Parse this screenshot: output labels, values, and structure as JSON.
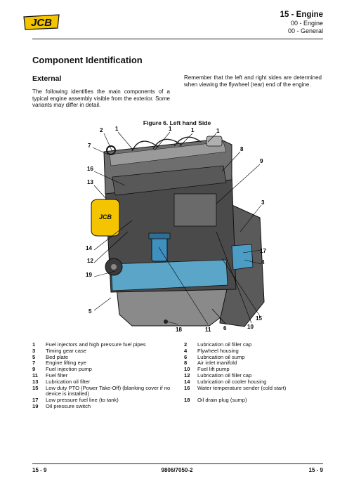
{
  "header": {
    "logo_text": "JCB",
    "section": "15 - Engine",
    "sub1": "00 - Engine",
    "sub2": "00 - General"
  },
  "heading": "Component Identification",
  "subheading": "External",
  "intro_left": "The following identifies the main components of a typical engine assembly visible from the exterior. Some variants may differ in detail.",
  "intro_right": "Remember that the left and right sides are determined when viewing the flywheel (rear) end of the engine.",
  "figure": {
    "caption": "Figure 6. Left hand Side",
    "callouts": [
      "2",
      "1",
      "1",
      "1",
      "1",
      "7",
      "8",
      "9",
      "16",
      "13",
      "3",
      "14",
      "17",
      "12",
      "4",
      "19",
      "5",
      "15",
      "18",
      "11",
      "6",
      "10"
    ]
  },
  "legend_left": [
    {
      "num": "1",
      "text": "Fuel injectors and high pressure fuel pipes"
    },
    {
      "num": "3",
      "text": "Timing gear case"
    },
    {
      "num": "5",
      "text": "Bed plate"
    },
    {
      "num": "7",
      "text": "Engine lifting eye"
    },
    {
      "num": "9",
      "text": "Fuel injection pump"
    },
    {
      "num": "11",
      "text": "Fuel filter"
    },
    {
      "num": "13",
      "text": "Lubrication oil filter"
    },
    {
      "num": "15",
      "text": "Low duty PTO (Power Take-Off) (blanking cover if no device is installed)"
    },
    {
      "num": "17",
      "text": "Low pressure fuel line (to tank)"
    },
    {
      "num": "19",
      "text": "Oil pressure switch"
    }
  ],
  "legend_right": [
    {
      "num": "2",
      "text": "Lubrication oil filler cap"
    },
    {
      "num": "4",
      "text": "Flywheel housing"
    },
    {
      "num": "6",
      "text": "Lubrication oil sump"
    },
    {
      "num": "8",
      "text": "Air inlet manifold"
    },
    {
      "num": "10",
      "text": "Fuel lift pump"
    },
    {
      "num": "12",
      "text": "Lubrication oil filler cap"
    },
    {
      "num": "14",
      "text": "Lubrication oil cooler housing"
    },
    {
      "num": "16",
      "text": "Water temperature sender (cold start)"
    },
    {
      "num": "18",
      "text": "Oil drain plug (sump)"
    }
  ],
  "footer": {
    "left": "15 - 9",
    "center": "9806/7050-2",
    "right": "15 - 9"
  },
  "colors": {
    "jcb_yellow": "#f5c400",
    "engine_blue": "#3f8fbf",
    "engine_dark": "#3a3a3a"
  }
}
